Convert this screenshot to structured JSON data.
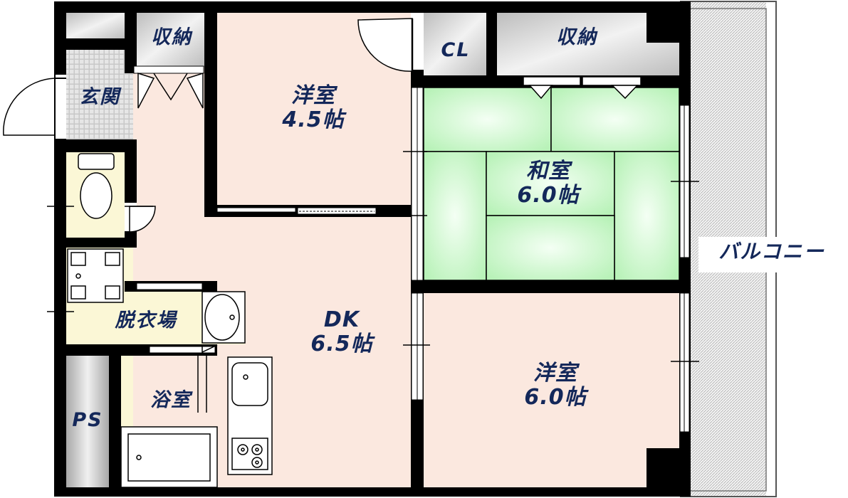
{
  "rooms": {
    "western_north": {
      "name": "洋室",
      "size": "4.5帖"
    },
    "japanese": {
      "name": "和室",
      "size": "6.0帖"
    },
    "dk": {
      "name": "DK",
      "size": "6.5帖"
    },
    "western_south": {
      "name": "洋室",
      "size": "6.0帖"
    }
  },
  "labels": {
    "storage_top_left": "収納",
    "storage_top_right": "収納",
    "closet": "CL",
    "entrance": "玄関",
    "dressing_room": "脱衣場",
    "bathroom": "浴室",
    "pipe_space": "PS",
    "balcony": "バルコニー"
  },
  "colors": {
    "wall": "#000000",
    "label_text": "#14285a",
    "western_floor": "#fbe8df",
    "tatami": "#b6f4b6",
    "storage": "#d4d4d4",
    "wet_area": "#fbf7d6",
    "balcony_hatch": "#cfcfcf"
  }
}
